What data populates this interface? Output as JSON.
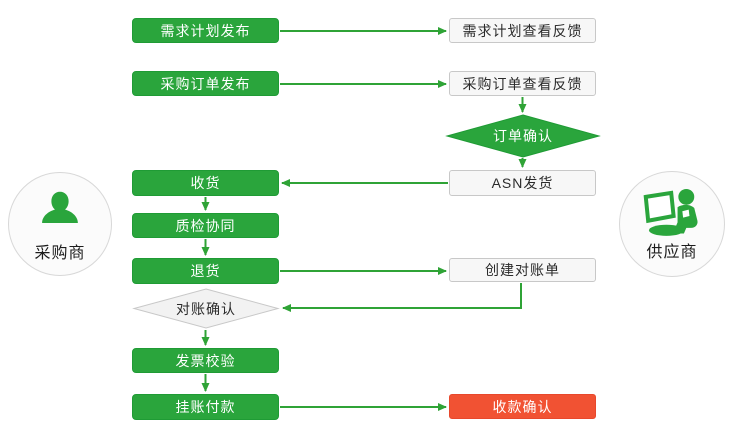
{
  "colors": {
    "green": "#2aa53c",
    "green_border": "#1f9b35",
    "red": "#f15233",
    "arrow": "#2fa336",
    "plain_fill": "#f7f7f7",
    "plain_border": "#c8c8c8",
    "diamond_plain_fill": "#f2f2f2"
  },
  "actors": {
    "buyer": {
      "label": "采购商",
      "icon": "person-icon"
    },
    "supplier": {
      "label": "供应商",
      "icon": "person-computer-icon"
    }
  },
  "nodes": {
    "plan_publish": {
      "label": "需求计划发布",
      "kind": "process"
    },
    "plan_feedback": {
      "label": "需求计划查看反馈",
      "kind": "process"
    },
    "po_publish": {
      "label": "采购订单发布",
      "kind": "process"
    },
    "po_feedback": {
      "label": "采购订单查看反馈",
      "kind": "process"
    },
    "order_confirm": {
      "label": "订单确认",
      "kind": "decision"
    },
    "receive": {
      "label": "收货",
      "kind": "process"
    },
    "asn_ship": {
      "label": "ASN发货",
      "kind": "process"
    },
    "quality_check": {
      "label": "质检协同",
      "kind": "process"
    },
    "return_goods": {
      "label": "退货",
      "kind": "process"
    },
    "create_statement": {
      "label": "创建对账单",
      "kind": "process"
    },
    "statement_confirm": {
      "label": "对账确认",
      "kind": "decision"
    },
    "invoice_verify": {
      "label": "发票校验",
      "kind": "process"
    },
    "pending_payment": {
      "label": "挂账付款",
      "kind": "process"
    },
    "payment_confirm": {
      "label": "收款确认",
      "kind": "end"
    }
  }
}
